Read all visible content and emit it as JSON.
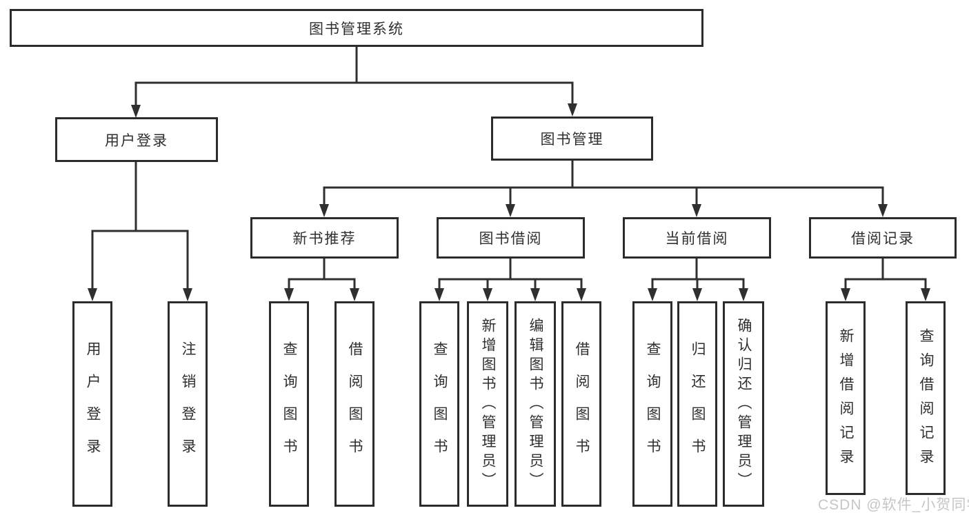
{
  "tree": {
    "root": {
      "label": "图书管理系统"
    },
    "children": [
      {
        "label": "用户登录",
        "children": [
          {
            "label": "用户登录"
          },
          {
            "label": "注销登录"
          }
        ]
      },
      {
        "label": "图书管理",
        "children": [
          {
            "label": "新书推荐",
            "children": [
              {
                "label": "查询图书"
              },
              {
                "label": "借阅图书"
              }
            ]
          },
          {
            "label": "图书借阅",
            "children": [
              {
                "label": "查询图书"
              },
              {
                "label": "新增图书（管理员）"
              },
              {
                "label": "编辑图书（管理员）"
              },
              {
                "label": "借阅图书"
              }
            ]
          },
          {
            "label": "当前借阅",
            "children": [
              {
                "label": "查询图书"
              },
              {
                "label": "归还图书"
              },
              {
                "label": "确认归还（管理员）"
              }
            ]
          },
          {
            "label": "借阅记录",
            "children": [
              {
                "label": "新增借阅记录"
              },
              {
                "label": "查询借阅记录"
              }
            ]
          }
        ]
      }
    ]
  },
  "watermark": {
    "text": "CSDN @软件_小贺同学"
  },
  "colors": {
    "line": "#2f2f2f",
    "box_border": "#2b2b2b",
    "text": "#2f2f2f",
    "background": "#ffffff",
    "watermark": "#c6c6c6"
  }
}
